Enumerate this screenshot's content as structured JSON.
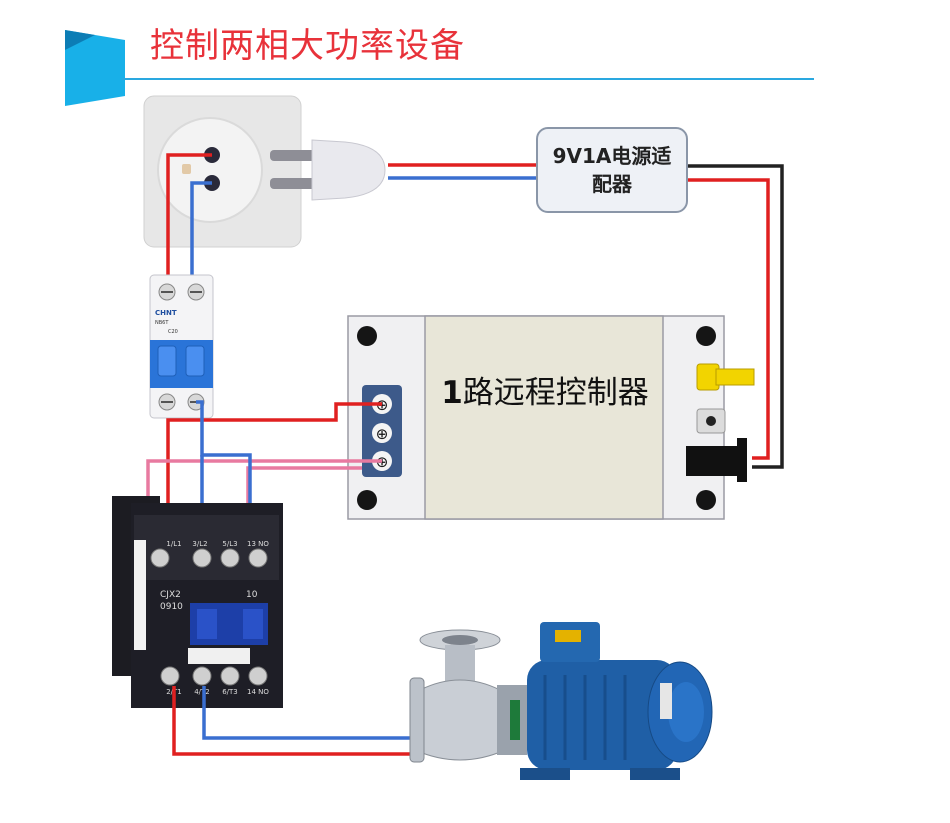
{
  "title": "控制两相大功率设备",
  "adapter_label": "9V1A电源适配器",
  "controller_label_num": "1",
  "controller_label_text": "路远程控制器",
  "breaker": {
    "brand": "CHNT",
    "model": "NB6T",
    "rating": "C20"
  },
  "contactor": {
    "model": "CJX2",
    "code": "0910",
    "number": "10",
    "top_terminals": [
      "1/L1",
      "3/L2",
      "5/L3",
      "13 NO"
    ],
    "bottom_terminals": [
      "2/T1",
      "4/T2",
      "6/T3",
      "14 NO"
    ]
  },
  "terminal_symbols": [
    "⊕",
    "⊕",
    "⊕"
  ],
  "colors": {
    "title": "#e8323a",
    "accent": "#2aa8e0",
    "wire_red": "#e02020",
    "wire_blue": "#3a6fd0",
    "wire_pink": "#e87aa0",
    "wire_black": "#222222"
  }
}
